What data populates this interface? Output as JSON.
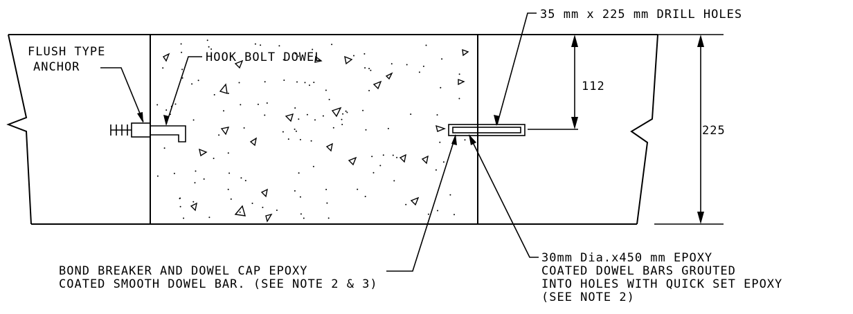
{
  "labels": {
    "drill_holes": "35 mm x 225 mm DRILL HOLES",
    "anchor_line1": "FLUSH TYPE",
    "anchor_line2": "ANCHOR",
    "hook_bolt": "HOOK BOLT DOWEL",
    "dim_112": "112",
    "dim_225": "225",
    "bond_line1": "BOND BREAKER AND DOWEL CAP EPOXY",
    "bond_line2": "COATED SMOOTH DOWEL BAR. (SEE NOTE 2 & 3)",
    "dowel_line1": "30mm Dia.x450 mm EPOXY",
    "dowel_line2": "COATED DOWEL BARS GROUTED",
    "dowel_line3": "INTO HOLES WITH QUICK SET EPOXY",
    "dowel_line4": "(SEE NOTE 2)"
  }
}
